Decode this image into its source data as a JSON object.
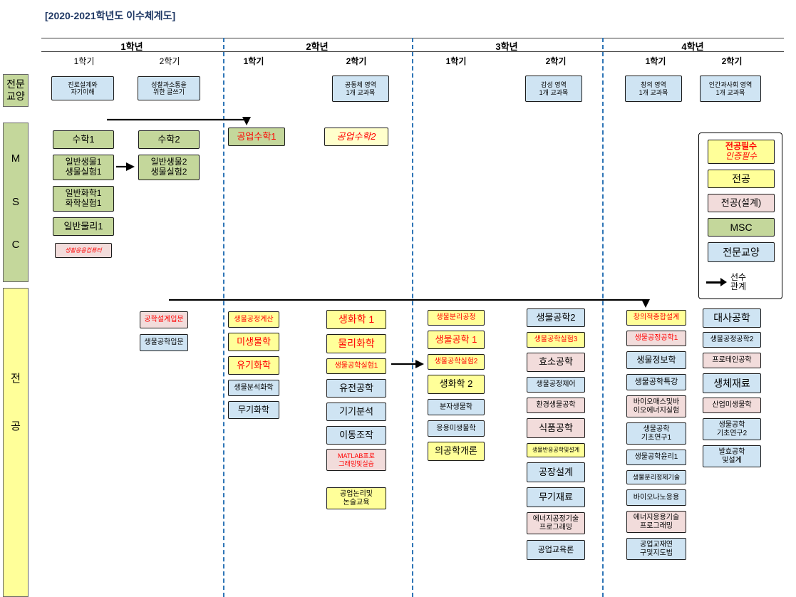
{
  "header": {
    "title": "[2020-2021학년도 이수체계도]",
    "years": [
      "1학년",
      "2학년",
      "3학년",
      "4학년"
    ],
    "semesters": [
      "1학기",
      "2학기"
    ]
  },
  "row_labels": {
    "ge": [
      "전문",
      "교양"
    ],
    "msc": [
      "M",
      "S",
      "C"
    ],
    "major": [
      "전",
      "공"
    ]
  },
  "ge": {
    "y1s1": "진로설계와\n자기이해",
    "y1s2": "성찰과소통을\n위한 글쓰기",
    "y2s2": "공동체 영역\n1개 교과목",
    "y3s2": "감성 영역\n1개 교과목",
    "y4s1": "창의 영역\n1개 교과목",
    "y4s2": "인간과사회 영역\n1개 교과목"
  },
  "msc": {
    "y1s1": [
      "수학1",
      "일반생물1\n생물실험1",
      "일반화학1\n화학실험1",
      "일반물리1",
      "생활응용컴퓨터"
    ],
    "y1s2": [
      "수학2",
      "일반생물2\n생물실험2"
    ],
    "y2s1": [
      "공업수학1"
    ],
    "y2s2": [
      "공업수학2"
    ]
  },
  "major": {
    "y1s2": [
      "공학설계입문",
      "생물공학입문"
    ],
    "y2s1": [
      "생물공정계산",
      "미생물학",
      "유기화학",
      "생물분석화학",
      "무기화학"
    ],
    "y2s2": [
      "생화학 1",
      "물리화학",
      "생물공학실험1",
      "유전공학",
      "기기분석",
      "이동조작",
      "MATLAB프로\n그래밍및실습",
      "공업논리및\n논술교육"
    ],
    "y3s1": [
      "생물분리공정",
      "생물공학 1",
      "생물공학실험2",
      "생화학 2",
      "분자생물학",
      "응용미생물학",
      "의공학개론"
    ],
    "y3s2": [
      "생물공학2",
      "생물공학실험3",
      "효소공학",
      "생물공정제어",
      "환경생물공학",
      "식품공학",
      "생물반응공학및설계",
      "공장설계",
      "무기재료",
      "에너지공정기술\n프로그래밍",
      "공업교육론"
    ],
    "y4s1": [
      "창의적종합설계",
      "생물공정공학1",
      "생물정보학",
      "생물공학특강",
      "바이오매스및바\n이오에너지실험",
      "생물공학\n기초연구1",
      "생물공학윤리1",
      "생물분리정제기술",
      "바이오나노응용",
      "에너지응용기술\n프로그래밍",
      "공업교재연\n구및지도법"
    ],
    "y4s2": [
      "대사공학",
      "생물공정공학2",
      "프로테인공학",
      "생체재료",
      "산업미생물학",
      "생물공학\n기초연구2",
      "발효공학\n및설계"
    ]
  },
  "legend": {
    "required_line1": "전공필수",
    "required_line2": "인증필수",
    "major": "전공",
    "major_design": "전공(설계)",
    "msc": "MSC",
    "ge": "전문교양",
    "prereq_line1": "선수",
    "prereq_line2": "관계"
  },
  "colors": {
    "yellow": "#ffff99",
    "green": "#c4d79b",
    "light_blue": "#cfe4f3",
    "pink": "#f2dcdb",
    "red_text": "#ff0000",
    "dashed_line_blue": "#2e75b6",
    "title_navy": "#1f3864"
  }
}
